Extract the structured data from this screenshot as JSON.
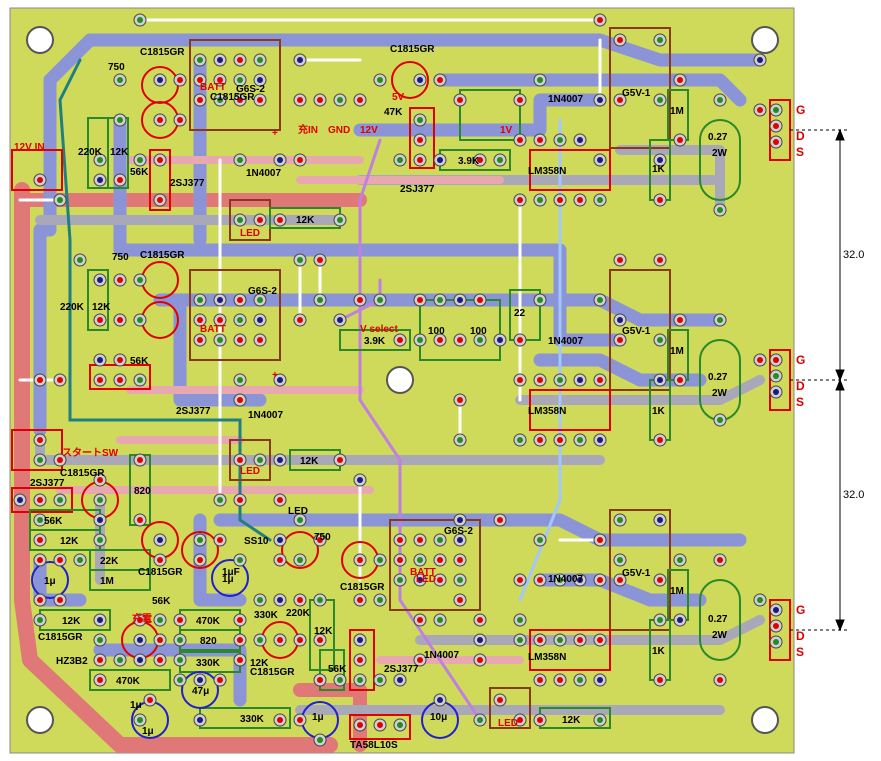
{
  "board": {
    "background": "#cfd95a",
    "colors": {
      "trace_blue": "#8a94d6",
      "trace_pink": "#e8a8b0",
      "trace_gray": "#a8a8b8",
      "trace_light": "#d8d8e8",
      "trace_red": "#e07878",
      "component_green": "#2a8a2a",
      "component_red": "#ff0000",
      "component_brown": "#8a3a1a",
      "jumper_white": "#ffffff",
      "jumper_violet": "#c080e0",
      "jumper_teal": "#208080",
      "circle_blue": "#2020d0",
      "circle_red": "#e00000",
      "label_red": "#e00000",
      "label_black": "#000000"
    }
  },
  "labels": {
    "power_in": "12V IN",
    "start_sw": "スタートSW",
    "charge_in": "充IN",
    "gnd": "GND",
    "v12": "12V",
    "v_select": "V select",
    "batt1": "BATT",
    "batt2": "BATT",
    "batt3": "BATT",
    "plus_mark": "+",
    "charge": "充電",
    "sv": "5V",
    "onev": "1V"
  },
  "parts": {
    "c1815_1": "C1815GR",
    "c1815_2": "C1815GR",
    "c1815_3": "C1815GR",
    "c1815_4": "C1815GR",
    "c1815_5": "C1815GR",
    "c1815_6": "C1815GR",
    "c1815_7": "C1815GR",
    "c1815_8": "C1815GR",
    "c1815_9": "C1815GR",
    "sj377_1": "2SJ377",
    "sj377_2": "2SJ377",
    "sj377_3": "2SJ377",
    "sj377_4": "2SJ377",
    "sj377_5": "2SJ377",
    "g6s_1": "G6S-2",
    "g6s_2": "G6S-2",
    "g6s_3": "G6S-2",
    "g5v_1": "G5V-1",
    "g5v_2": "G5V-1",
    "g5v_3": "G5V-1",
    "n4007_1": "1N4007",
    "n4007_2": "1N4007",
    "n4007_3": "1N4007",
    "n4007_4": "1N4007",
    "n4007_5": "1N4007",
    "n4007_6": "1N4007",
    "lm358_1": "LM358N",
    "lm358_2": "LM358N",
    "lm358_3": "LM358N",
    "r_750_1": "750",
    "r_750_2": "750",
    "r_750_3": "750",
    "r_220k_1": "220K",
    "r_220k_2": "220K",
    "r_12k_a": "12K",
    "r_12k_b": "12K",
    "r_12k_c": "12K",
    "r_12k_d": "12K",
    "r_12k_e": "12K",
    "r_12k_f": "12K",
    "r_12k_g": "12K",
    "r_12k_h": "12K",
    "r_12k_i": "12K",
    "r_56k_1": "56K",
    "r_56k_2": "56K",
    "r_56k_3": "56K",
    "r_56k_4": "56K",
    "r_56k_5": "56K",
    "r_47k": "47K",
    "r_39k_1": "3.9K",
    "r_39k_2": "3.9K",
    "r_1k_1": "1K",
    "r_1k_2": "1K",
    "r_1k_3": "1K",
    "r_1m_1": "1M",
    "r_1m_2": "1M",
    "r_1m_3": "1M",
    "r_1m_4": "1M",
    "r_027_1": "0.27",
    "r_027_2": "0.27",
    "r_027_3": "0.27",
    "w2_1": "2W",
    "w2_2": "2W",
    "w2_3": "2W",
    "r_100_1": "100",
    "r_100_2": "100",
    "r_22": "22",
    "r_820_1": "820",
    "r_820_2": "820",
    "r_22k": "22K",
    "r_470k_1": "470K",
    "r_470k_2": "470K",
    "r_330k_1": "330K",
    "r_330k_2": "330K",
    "r_330k_3": "330K",
    "r_220k_3": "220K",
    "led_1": "LED",
    "led_2": "LED",
    "led_3": "LED",
    "led_4": "LED",
    "led_5": "LED",
    "ss10": "SS10",
    "hz3b2": "HZ3B2",
    "ta58l10s": "TA58L10S",
    "cap_1u_1": "1μ",
    "cap_1u_2": "1μ",
    "cap_1u_3": "1μ",
    "cap_1u_4": "1μ",
    "cap_1u_5": "1μ",
    "cap_47u": "47μ",
    "cap_10u": "10μ",
    "cap_1uf": "1μF"
  },
  "outputs": {
    "g1": "G",
    "d1": "D",
    "s1": "S",
    "g2": "G",
    "d2": "D",
    "s2": "S",
    "g3": "G",
    "d3": "D",
    "s3": "S"
  },
  "dimensions": {
    "d1": "32.0",
    "d2": "32.0"
  }
}
